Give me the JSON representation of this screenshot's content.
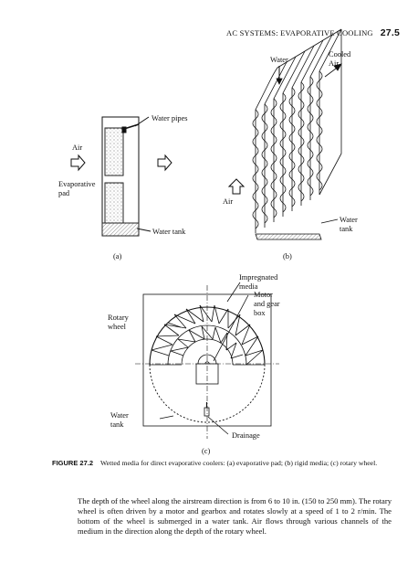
{
  "header": {
    "running_title": "AC SYSTEMS: EVAPORATIVE COOLING",
    "page_number": "27.5"
  },
  "figure": {
    "panel_a": {
      "label_air": "Air",
      "label_water_pipes": "Water pipes",
      "label_evaporative_pad": "Evaporative\npad",
      "label_water_tank": "Water tank",
      "panel_letter": "(a)"
    },
    "panel_b": {
      "label_water": "Water",
      "label_cooled_air": "Cooled\nAir",
      "label_air": "Air",
      "label_water_tank": "Water\ntank",
      "panel_letter": "(b)"
    },
    "panel_c": {
      "label_impregnated_media": "Impregnated\nmedia",
      "label_motor_gear_box": "Motor\nand gear\nbox",
      "label_rotary_wheel": "Rotary\nwheel",
      "label_water_tank": "Water\ntank",
      "label_drainage": "Drainage",
      "panel_letter": "(c)"
    }
  },
  "caption": {
    "figure_number": "FIGURE 27.2",
    "text": "Wetted media for direct evaporative coolers: (a) evaporative pad; (b) rigid media; (c) rotary wheel."
  },
  "body_paragraph": "The depth of the wheel along the airstream direction is from 6 to 10 in. (150 to 250 mm). The rotary wheel is often driven by a motor and gearbox and rotates slowly at a speed of 1 to 2 r/min. The bottom of the wheel is submerged in a water tank. Air flows through various channels of the medium in the direction along the depth of the rotary wheel."
}
